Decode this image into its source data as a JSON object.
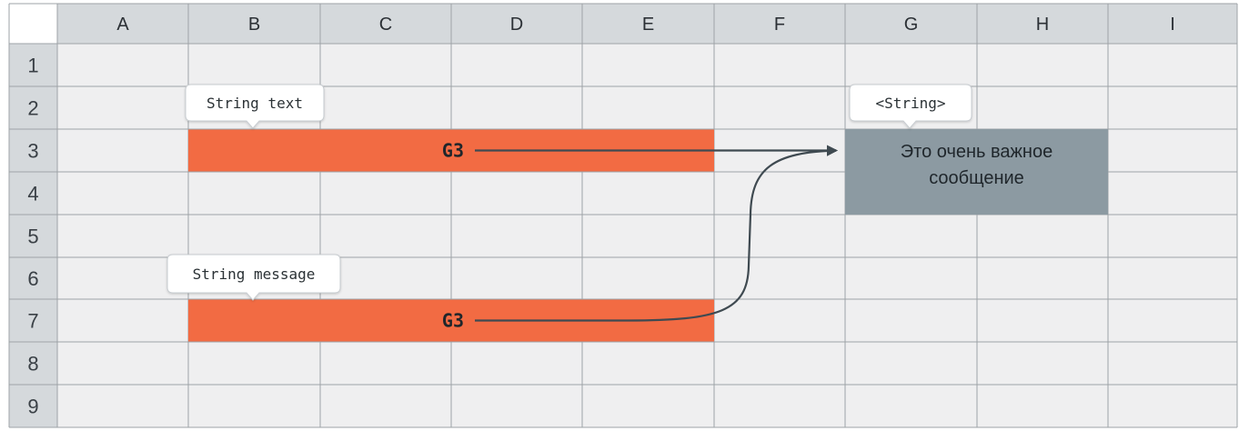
{
  "columns": [
    "A",
    "B",
    "C",
    "D",
    "E",
    "F",
    "G",
    "H",
    "I"
  ],
  "rows": [
    "1",
    "2",
    "3",
    "4",
    "5",
    "6",
    "7",
    "8",
    "9"
  ],
  "variables": [
    {
      "id": "text",
      "label": "String text",
      "reference": "G3",
      "row": 3,
      "col_start": "B",
      "col_end": "E"
    },
    {
      "id": "message",
      "label": "String message",
      "reference": "G3",
      "row": 7,
      "col_start": "B",
      "col_end": "E"
    }
  ],
  "target": {
    "type_label": "<String>",
    "value_line1": "Это очень важное",
    "value_line2": "сообщение",
    "row_start": 3,
    "row_end": 4,
    "col_start": "G",
    "col_end": "H"
  },
  "colors": {
    "grid_bg": "#efeff0",
    "header_bg": "#d5d9dc",
    "grid_line": "#9ea3a7",
    "highlight": "#f26b43",
    "target_bg": "#8c9aa2",
    "arrow": "#3f4a51",
    "tooltip_bg": "#ffffff",
    "tooltip_border": "#c7ccd0"
  }
}
